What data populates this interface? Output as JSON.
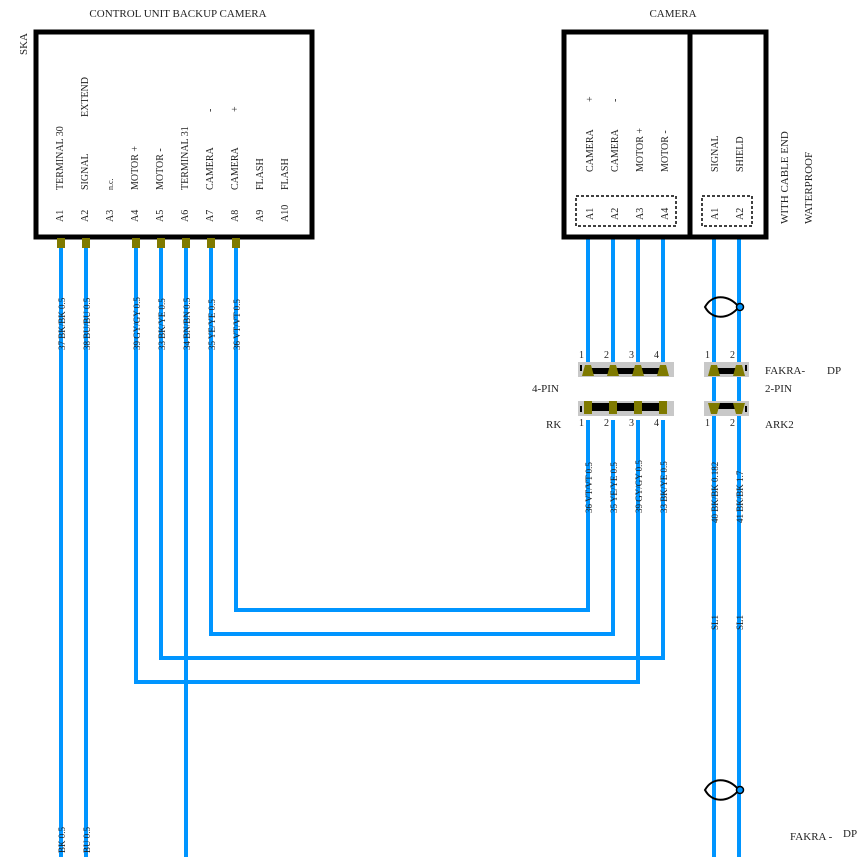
{
  "colors": {
    "wire": "#0095ff",
    "wire_halo": "#9cd3ff",
    "box_border": "#000000",
    "pin": "#7f7a00",
    "connector_housing": "#c8c8c8",
    "text": "#222222"
  },
  "control_unit": {
    "title": "CONTROL UNIT  BACKUP CAMERA",
    "code": "SKA",
    "pins": [
      {
        "pin": "A1",
        "label": "TERMINAL 30",
        "sub": ""
      },
      {
        "pin": "A2",
        "label": "SIGNAL",
        "sub": "EXTEND"
      },
      {
        "pin": "A3",
        "label": "n.c.",
        "sub": ""
      },
      {
        "pin": "A4",
        "label": "MOTOR +",
        "sub": ""
      },
      {
        "pin": "A5",
        "label": "MOTOR -",
        "sub": ""
      },
      {
        "pin": "A6",
        "label": "TERMINAL 31",
        "sub": ""
      },
      {
        "pin": "A7",
        "label": "CAMERA",
        "sub": "-"
      },
      {
        "pin": "A8",
        "label": "CAMERA",
        "sub": "+"
      },
      {
        "pin": "A9",
        "label": "FLASH",
        "sub": ""
      },
      {
        "pin": "A10",
        "label": "FLASH",
        "sub": ""
      }
    ]
  },
  "camera": {
    "title": "CAMERA",
    "note_line1": "WITH  CABLE END",
    "note_line2": "WATERPROOF",
    "left_pins": [
      {
        "pin": "A1",
        "label": "CAMERA",
        "sub": "+"
      },
      {
        "pin": "A2",
        "label": "CAMERA",
        "sub": "-"
      },
      {
        "pin": "A3",
        "label": "MOTOR +",
        "sub": ""
      },
      {
        "pin": "A4",
        "label": "MOTOR -",
        "sub": ""
      }
    ],
    "right_pins": [
      {
        "pin": "A1",
        "label": "SIGNAL",
        "sub": ""
      },
      {
        "pin": "A2",
        "label": "SHIELD",
        "sub": ""
      }
    ]
  },
  "connectors": {
    "four_pin": {
      "line1": "4-PIN",
      "line2": "RK",
      "pins": [
        "1",
        "2",
        "3",
        "4"
      ]
    },
    "two_pin": {
      "line1": "FAKRA-",
      "line1b": "DP",
      "line2": "2-PIN",
      "line3": "ARK2",
      "pins": [
        "1",
        "2"
      ]
    },
    "bottom_label": "FAKRA -",
    "bottom_label_b": "DP"
  },
  "wires": {
    "cu_labels": [
      "37 BK/BK 0.5",
      "38 BU/BU 0.5",
      "39 GY/GY 0.5",
      "33 BK/YE 0.5",
      "34 BN/BN 0.5",
      "35 YE/YE 0.5",
      "36 VT/VT 0.5"
    ],
    "cu_bottom_labels": [
      "BK 0.5",
      "BU 0.5"
    ],
    "rk_labels": [
      "36 VT/VT 0.5",
      "35 YE/YE 0.5",
      "39 GY/GY 0.5",
      "33 BK/YE 0.5"
    ],
    "fakra_labels": [
      "40 BK/BK 0.182",
      "41 BK/BK 1.7"
    ],
    "shield_labels": [
      "SL1",
      "SL1"
    ]
  }
}
